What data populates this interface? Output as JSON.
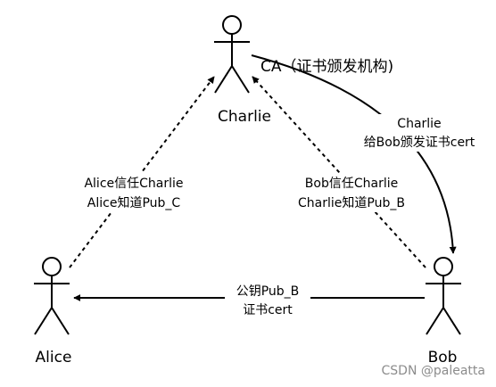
{
  "actors": {
    "charlie": {
      "name": "Charlie",
      "role": "CA（证书颁发机构)"
    },
    "alice": {
      "name": "Alice"
    },
    "bob": {
      "name": "Bob"
    }
  },
  "edges": {
    "alice_charlie": {
      "line1": "Alice信任Charlie",
      "line2": "Alice知道Pub_C"
    },
    "bob_charlie": {
      "line1": "Bob信任Charlie",
      "line2": "Charlie知道Pub_B"
    },
    "charlie_bob": {
      "line1": "Charlie",
      "line2": "给Bob颁发证书cert"
    },
    "bob_alice": {
      "line1": "公钥Pub_B",
      "line2": "证书cert"
    }
  },
  "watermark": "CSDN @paleatta"
}
